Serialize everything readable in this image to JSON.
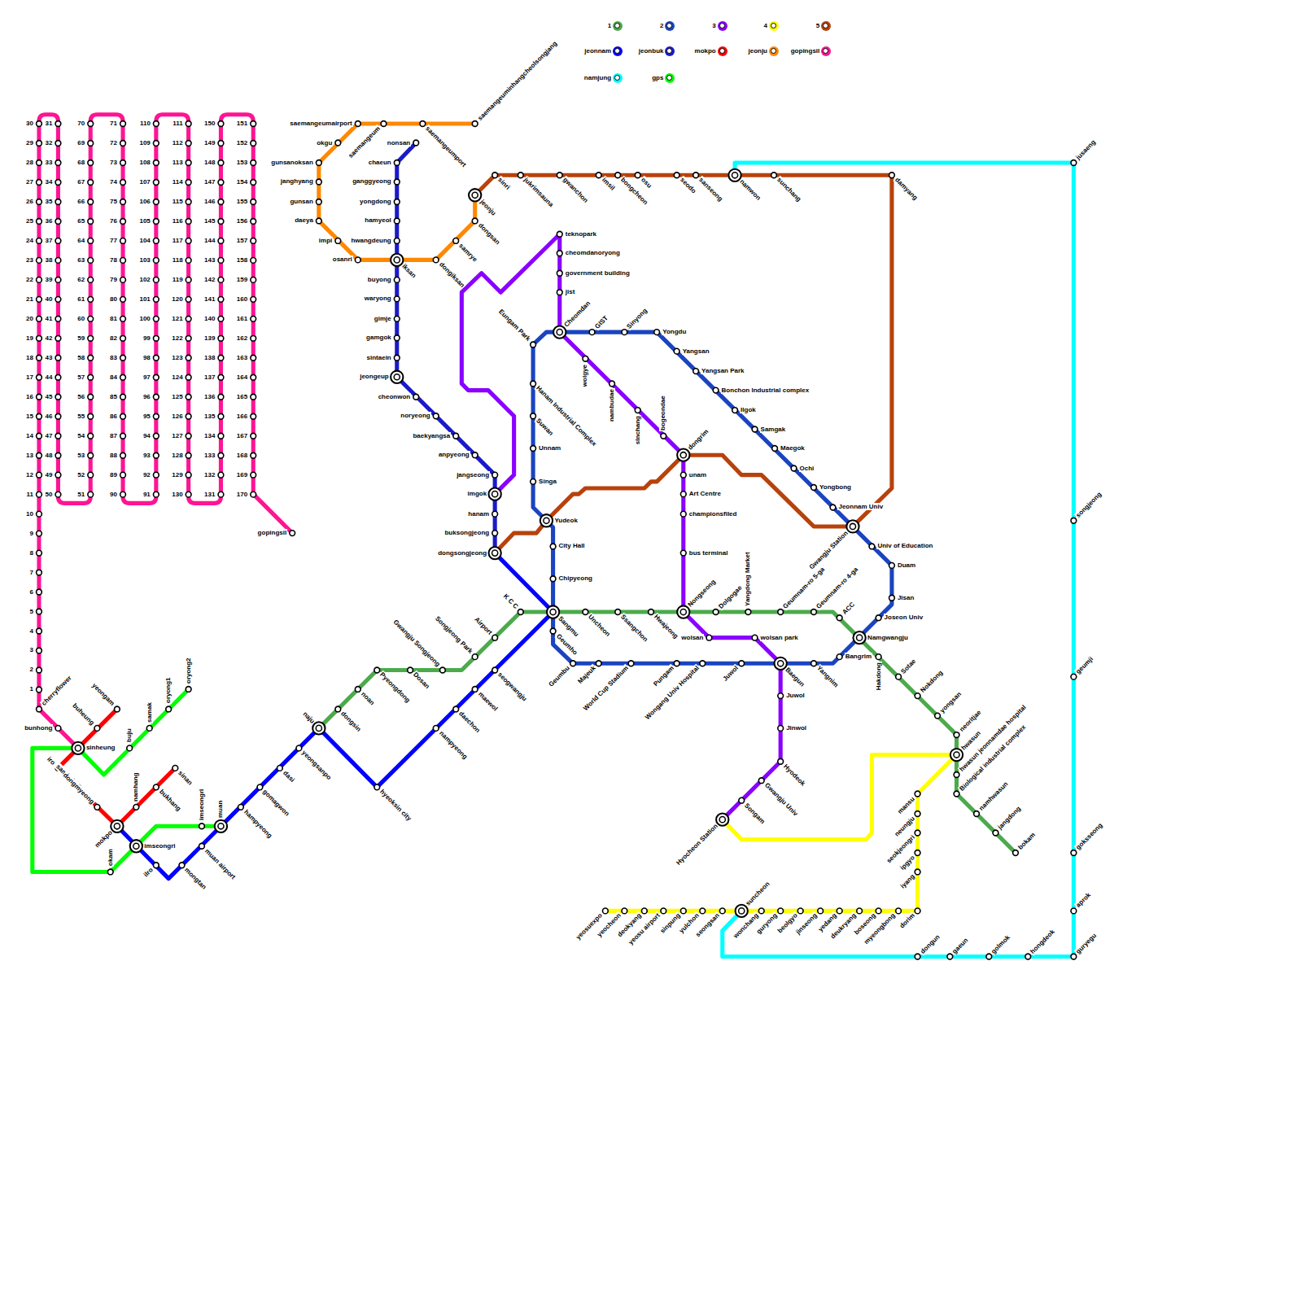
{
  "diagram": {
    "labels": [
      "1",
      "2",
      "3",
      "4",
      "5",
      "6",
      "7",
      "8",
      "9",
      "10",
      "11",
      "12",
      "13",
      "14",
      "15",
      "16",
      "17",
      "18",
      "19",
      "20",
      "21",
      "22",
      "23",
      "24",
      "25",
      "26",
      "27",
      "28",
      "29",
      "30",
      "31",
      "32",
      "33",
      "34",
      "35",
      "36",
      "37",
      "38",
      "39",
      "40",
      "41",
      "42",
      "43",
      "44",
      "45",
      "46",
      "47",
      "48",
      "49",
      "50",
      "51",
      "52",
      "53",
      "54",
      "55",
      "56",
      "57",
      "58",
      "59",
      "60",
      "61",
      "62",
      "63",
      "64",
      "65",
      "66",
      "67",
      "68",
      "69",
      "70",
      "71",
      "72",
      "73",
      "74",
      "75",
      "76",
      "77",
      "78",
      "79",
      "80",
      "81",
      "82",
      "83",
      "84",
      "85",
      "86",
      "87",
      "88",
      "89",
      "90",
      "91",
      "92",
      "93",
      "94",
      "95",
      "96",
      "97",
      "98",
      "99",
      "100",
      "101",
      "102",
      "103",
      "104",
      "105",
      "106",
      "107",
      "108",
      "109",
      "110",
      "111",
      "112",
      "113",
      "114",
      "115",
      "116",
      "117",
      "118",
      "119",
      "120",
      "121",
      "122",
      "123",
      "124",
      "125",
      "126",
      "127",
      "128",
      "129",
      "130",
      "131",
      "132",
      "133",
      "134",
      "135",
      "136",
      "137",
      "138",
      "139",
      "140",
      "141",
      "142",
      "143",
      "144",
      "145",
      "146",
      "147",
      "148",
      "149",
      "150",
      "151",
      "152",
      "153",
      "154",
      "155",
      "156",
      "157",
      "158",
      "159",
      "160",
      "161",
      "162",
      "163",
      "164",
      "165",
      "166",
      "167",
      "168",
      "169",
      "170",
      "saemangeumairport",
      "okgu",
      "gunsanoksan",
      "janghyang",
      "gunsan",
      "daeya",
      "impi",
      "osanri",
      "saemangeum",
      "saemangeumport",
      "saemangeuminhangcheolsongjang",
      "dongiksan",
      "samrye",
      "dongsan",
      "jeonju",
      "nonsan",
      "chaeun",
      "ganggyeong",
      "yongdong",
      "hamyeol",
      "hwangdeung",
      "iksan",
      "buyong",
      "waryong",
      "gimje",
      "gamgok",
      "sintaein",
      "jeongeup",
      "cheonwon",
      "noryeong",
      "baekyangsa",
      "anpyeong",
      "jangseong",
      "imgok",
      "hanam",
      "buksongjeong",
      "dongsongjeong",
      "seogwangju",
      "maewol",
      "daechon",
      "nampyeong",
      "hyeoksin city",
      "naju",
      "yeongsanpo",
      "dasi",
      "gomagwon",
      "hampyeong",
      "muan",
      "muan airport",
      "mongtan",
      "ilro",
      "imseongri",
      "mokpo",
      "dongsin",
      "noan",
      "Pyeongdong",
      "Dosan",
      "Gwangju Songjeong",
      "Songjeong Park",
      "Airport",
      "K C C",
      "Sangmu",
      "Uncheon",
      "Ssangchon",
      "Hwajeong",
      "Nongseong",
      "Dolgogae",
      "Yangdong Market",
      "Geumnam-ro 5-ga",
      "Geumnam-ro 4-ga",
      "ACC",
      "Namgwangju",
      "Hakdong",
      "Sotae",
      "Nokdong",
      "yongsan",
      "neoritjae",
      "hwasun",
      "hwasun jeonnamdae hospital",
      "Biological industrial complex",
      "namhwasun",
      "jangdong",
      "bokam",
      "Cheomdan",
      "GIST",
      "Sinyong",
      "Yongdu",
      "Yangsan",
      "Yangsan Park",
      "Bonchon Industrial complex",
      "Ilgok",
      "Samgak",
      "Maegok",
      "Ochi",
      "Yongbong",
      "Jeonnam Univ",
      "Gwangju Station",
      "Univ of Education",
      "Duam",
      "Jisan",
      "Joseon Univ",
      "Bangrim",
      "Yangnim",
      "Baegun",
      "Juwol",
      "Wongang Univ Hospital",
      "Pungam",
      "World Cup Stadium",
      "Majeuk",
      "Geumbu",
      "Geumho",
      "Chipyeong",
      "City Hall",
      "Yudeok",
      "Singa",
      "Unnam",
      "Suwan",
      "Hanam Industrial Complex",
      "Eungam Park",
      "teknopark",
      "cheomdanoryong",
      "government building",
      "jist",
      "wolgye",
      "nambudae",
      "sinchang",
      "bogeondae",
      "dongrim",
      "unam",
      "Art Centre",
      "championsfiled",
      "bus terminal",
      "wolsan",
      "wolsan park",
      "Juwol",
      "Jinwol",
      "Hyodeok",
      "Gwangju Univ",
      "Songam",
      "Hyocheon Station",
      "sinri",
      "jukrimsauna",
      "gwanchon",
      "imsil",
      "bongcheon",
      "osu",
      "seodo",
      "sanseong",
      "namwon",
      "sunchang",
      "damyang",
      "mansu",
      "neungju",
      "seokjeongri",
      "ipgyo",
      "iyang",
      "dorim",
      "myeongbong",
      "boseong",
      "deukryang",
      "yedang",
      "jinseong",
      "beolgyo",
      "guryong",
      "wonchang",
      "suncheon",
      "seongsan",
      "yulchon",
      "sinpung",
      "yeosu airport",
      "deokyang",
      "yeocheon",
      "yeosuexpo",
      "jusaeng",
      "songjeong",
      "geumji",
      "goksseong",
      "aprok",
      "guryegu",
      "hongdeok",
      "golmok",
      "gaeun",
      "dongun",
      "yeongam",
      "buheung",
      "sinheung",
      "iro",
      "samhak",
      "dongmyeong",
      "namhang",
      "bukhang",
      "sinan",
      "buju",
      "samak",
      "oryong1",
      "oryong2",
      "okam",
      "imseongri",
      "cherryflower",
      "bunhong",
      "gopingsil"
    ],
    "legend": [
      {
        "text": "1",
        "color": "#4caa4c"
      },
      {
        "text": "2",
        "color": "#1a44c0"
      },
      {
        "text": "3",
        "color": "#8a00ff"
      },
      {
        "text": "4",
        "color": "#ffff00"
      },
      {
        "text": "5",
        "color": "#b8420c"
      },
      {
        "text": "jeonnam",
        "color": "#0000ff"
      },
      {
        "text": "jeonbuk",
        "color": "#1a1ac8"
      },
      {
        "text": "mokpo",
        "color": "#ff0000"
      },
      {
        "text": "jeonju",
        "color": "#ff8800"
      },
      {
        "text": "gopingsil",
        "color": "#ff1493"
      },
      {
        "text": "namjung",
        "color": "#00ffff"
      },
      {
        "text": "gps",
        "color": "#00ff00"
      }
    ]
  }
}
